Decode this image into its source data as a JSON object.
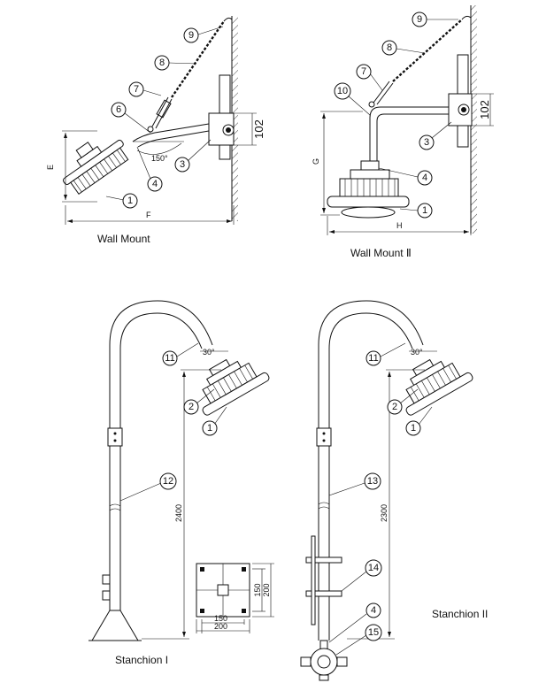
{
  "captions": {
    "wall_mount": "Wall   Mount",
    "wall_mount_ii": "Wall   Mount   Ⅱ",
    "stanchion_i": "Stanchion I",
    "stanchion_ii": "Stanchion II"
  },
  "dimensions": {
    "e": "E",
    "f": "F",
    "g": "G",
    "h": "H",
    "wall_102_a": "102",
    "wall_102_b": "102",
    "angle_150": "150°",
    "angle_30_a": "30°",
    "angle_30_b": "30°",
    "height_2400": "2400",
    "height_2300": "2300",
    "base_150_h": "150",
    "base_200_h": "200",
    "base_150_v": "150",
    "base_200_v": "200"
  },
  "callouts": {
    "wm1": {
      "c1": "1",
      "c3": "3",
      "c4": "4",
      "c6": "6",
      "c7": "7",
      "c8": "8",
      "c9": "9"
    },
    "wm2": {
      "c1": "1",
      "c3": "3",
      "c4": "4",
      "c7": "7",
      "c8": "8",
      "c9": "9",
      "c10": "10"
    },
    "s1": {
      "c1": "1",
      "c2": "2",
      "c11": "11",
      "c12": "12"
    },
    "s2": {
      "c1": "1",
      "c2": "2",
      "c4": "4",
      "c11": "11",
      "c13": "13",
      "c14": "14",
      "c15": "15"
    }
  }
}
